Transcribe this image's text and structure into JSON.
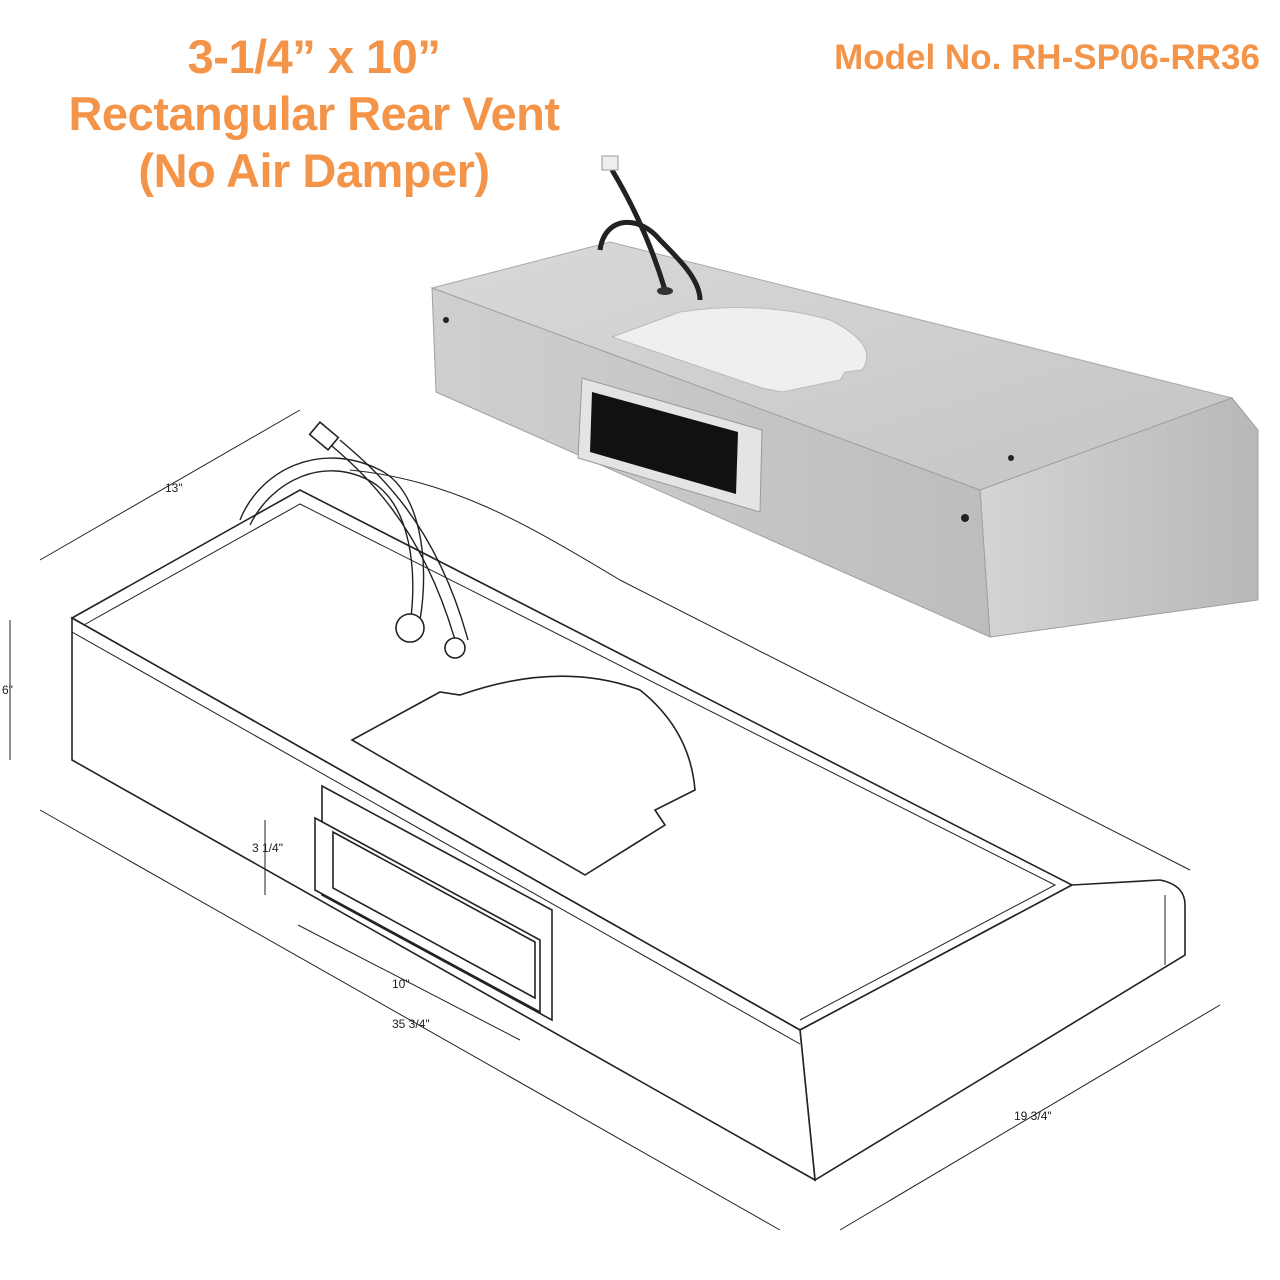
{
  "header": {
    "title_lines": [
      "3-1/4” x 10”",
      "Rectangular Rear Vent",
      "(No Air Damper)"
    ],
    "model": "Model No. RH-SP06-RR36"
  },
  "dimensions": {
    "depth": "13\"",
    "height": "6\"",
    "vent_height": "3 1/4\"",
    "vent_width": "10\"",
    "width": "35 3/4\"",
    "side_depth": "19 3/4\""
  },
  "colors": {
    "accent": "#f39449",
    "steel": "#c9c9c9",
    "line": "#222222"
  }
}
